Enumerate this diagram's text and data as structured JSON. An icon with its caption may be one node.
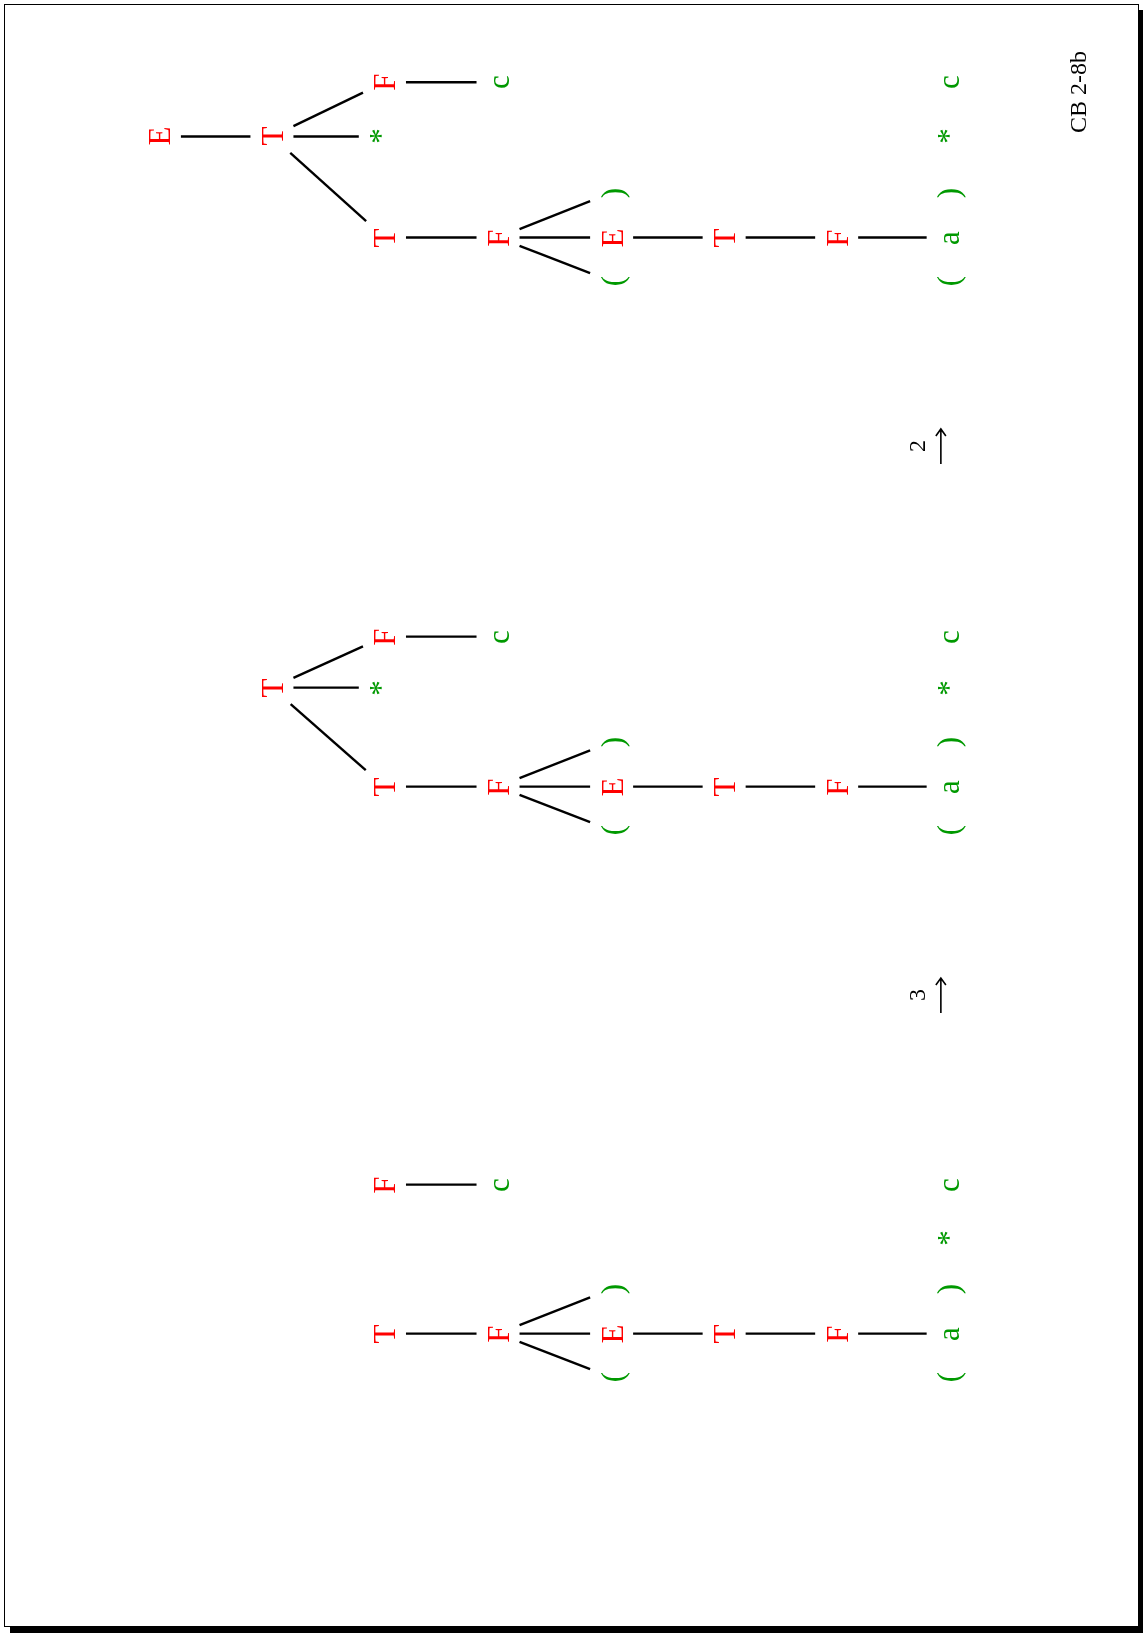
{
  "diagram": {
    "nodes": [
      {
        "text": [
          "E"
        ]
      },
      {
        "text": [
          "T"
        ]
      },
      {
        "text": [
          "T"
        ]
      },
      {
        "text": [
          "*"
        ]
      },
      {
        "text": [
          "F"
        ]
      },
      {
        "text": [
          "F"
        ]
      },
      {
        "text": [
          "c"
        ]
      },
      {
        "text": [
          "("
        ]
      },
      {
        "text": [
          "E"
        ]
      },
      {
        "text": [
          ")"
        ]
      },
      {
        "text": [
          "T"
        ]
      },
      {
        "text": [
          "F"
        ]
      },
      {
        "text": [
          "a"
        ]
      },
      {
        "text": [
          "T"
        ]
      },
      {
        "text": [
          "T"
        ]
      },
      {
        "text": [
          "*"
        ]
      },
      {
        "text": [
          "F"
        ]
      },
      {
        "text": [
          "F"
        ]
      },
      {
        "text": [
          "c"
        ]
      },
      {
        "text": [
          "("
        ]
      },
      {
        "text": [
          "E"
        ]
      },
      {
        "text": [
          ")"
        ]
      },
      {
        "text": [
          "T"
        ]
      },
      {
        "text": [
          "F"
        ]
      },
      {
        "text": [
          "a"
        ]
      },
      {
        "text": [
          "T"
        ]
      },
      {
        "text": [
          "F"
        ]
      },
      {
        "text": [
          "F"
        ]
      },
      {
        "text": [
          "c"
        ]
      },
      {
        "text": [
          "("
        ]
      },
      {
        "text": [
          "E"
        ]
      },
      {
        "text": [
          ")"
        ]
      },
      {
        "text": [
          "T"
        ]
      },
      {
        "text": [
          "F"
        ]
      },
      {
        "text": [
          "a"
        ]
      }
    ],
    "edges": [
      {
        "from": 0,
        "to": 1,
        "arrow": "none"
      },
      {
        "from": 1,
        "to": 2,
        "arrow": "none"
      },
      {
        "from": 1,
        "to": 3,
        "arrow": "none"
      },
      {
        "from": 1,
        "to": 4,
        "arrow": "none"
      },
      {
        "from": 4,
        "to": 6,
        "arrow": "none"
      },
      {
        "from": 2,
        "to": 5,
        "arrow": "none"
      },
      {
        "from": 5,
        "to": 7,
        "arrow": "none"
      },
      {
        "from": 5,
        "to": 8,
        "arrow": "none"
      },
      {
        "from": 5,
        "to": 9,
        "arrow": "none"
      },
      {
        "from": 8,
        "to": 10,
        "arrow": "none"
      },
      {
        "from": 10,
        "to": 11,
        "arrow": "none"
      },
      {
        "from": 11,
        "to": 12,
        "arrow": "none"
      },
      {
        "from": 13,
        "to": 14,
        "arrow": "none"
      },
      {
        "from": 13,
        "to": 15,
        "arrow": "none"
      },
      {
        "from": 13,
        "to": 16,
        "arrow": "none"
      },
      {
        "from": 16,
        "to": 18,
        "arrow": "none"
      },
      {
        "from": 14,
        "to": 17,
        "arrow": "none"
      },
      {
        "from": 17,
        "to": 19,
        "arrow": "none"
      },
      {
        "from": 17,
        "to": 20,
        "arrow": "none"
      },
      {
        "from": 17,
        "to": 21,
        "arrow": "none"
      },
      {
        "from": 20,
        "to": 22,
        "arrow": "none"
      },
      {
        "from": 22,
        "to": 23,
        "arrow": "none"
      },
      {
        "from": 23,
        "to": 24,
        "arrow": "none"
      },
      {
        "from": 25,
        "to": 26,
        "arrow": "none"
      },
      {
        "from": 27,
        "to": 28,
        "arrow": "none"
      },
      {
        "from": 26,
        "to": 29,
        "arrow": "none"
      },
      {
        "from": 26,
        "to": 30,
        "arrow": "none"
      },
      {
        "from": 26,
        "to": 31,
        "arrow": "none"
      },
      {
        "from": 30,
        "to": 32,
        "arrow": "none"
      },
      {
        "from": 32,
        "to": 33,
        "arrow": "none"
      },
      {
        "from": 33,
        "to": 34,
        "arrow": "none"
      }
    ],
    "labels": [
      "(",
      ")",
      "*",
      "c",
      "2",
      "(",
      ")",
      "*",
      "c",
      "3",
      "(",
      ")",
      "*",
      "c",
      "CB 2-8b"
    ]
  }
}
